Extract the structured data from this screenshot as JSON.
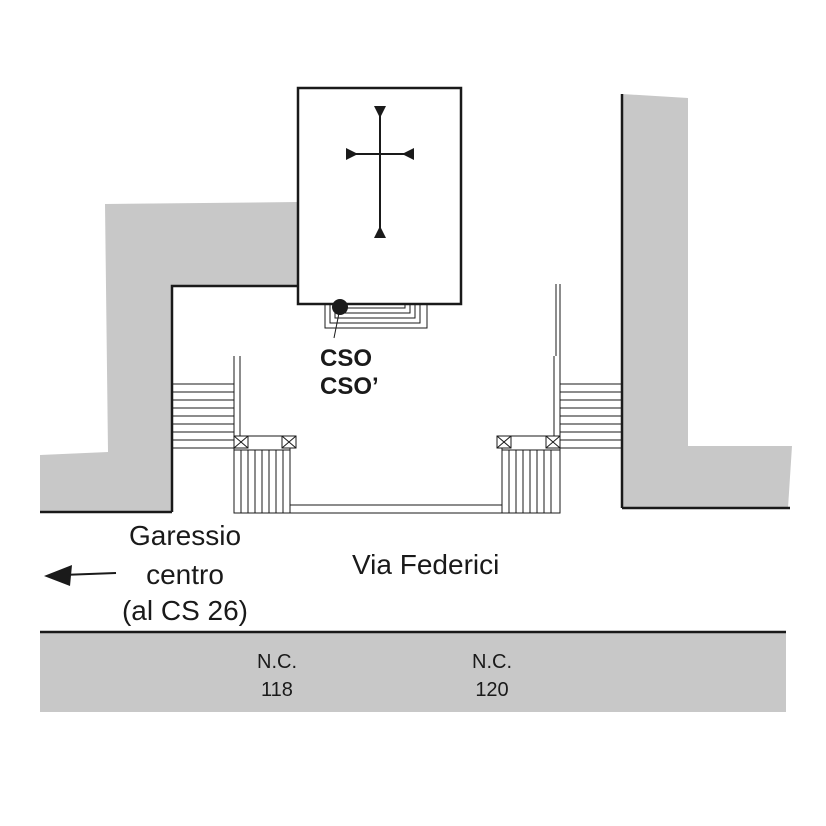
{
  "colors": {
    "building_fill": "#c8c8c8",
    "line": "#1a1a1a",
    "background": "#ffffff"
  },
  "church": {
    "symbol": "cross-icon"
  },
  "marker": {
    "line1": "CSO",
    "line2": "CSO’"
  },
  "street": {
    "name": "Via Federici"
  },
  "direction": {
    "line1": "Garessio",
    "line2": "centro",
    "line3": "(al CS 26)",
    "arrow": "arrow-left-icon"
  },
  "buildings": [
    {
      "label": "N.C.",
      "number": "118"
    },
    {
      "label": "N.C.",
      "number": "120"
    }
  ]
}
